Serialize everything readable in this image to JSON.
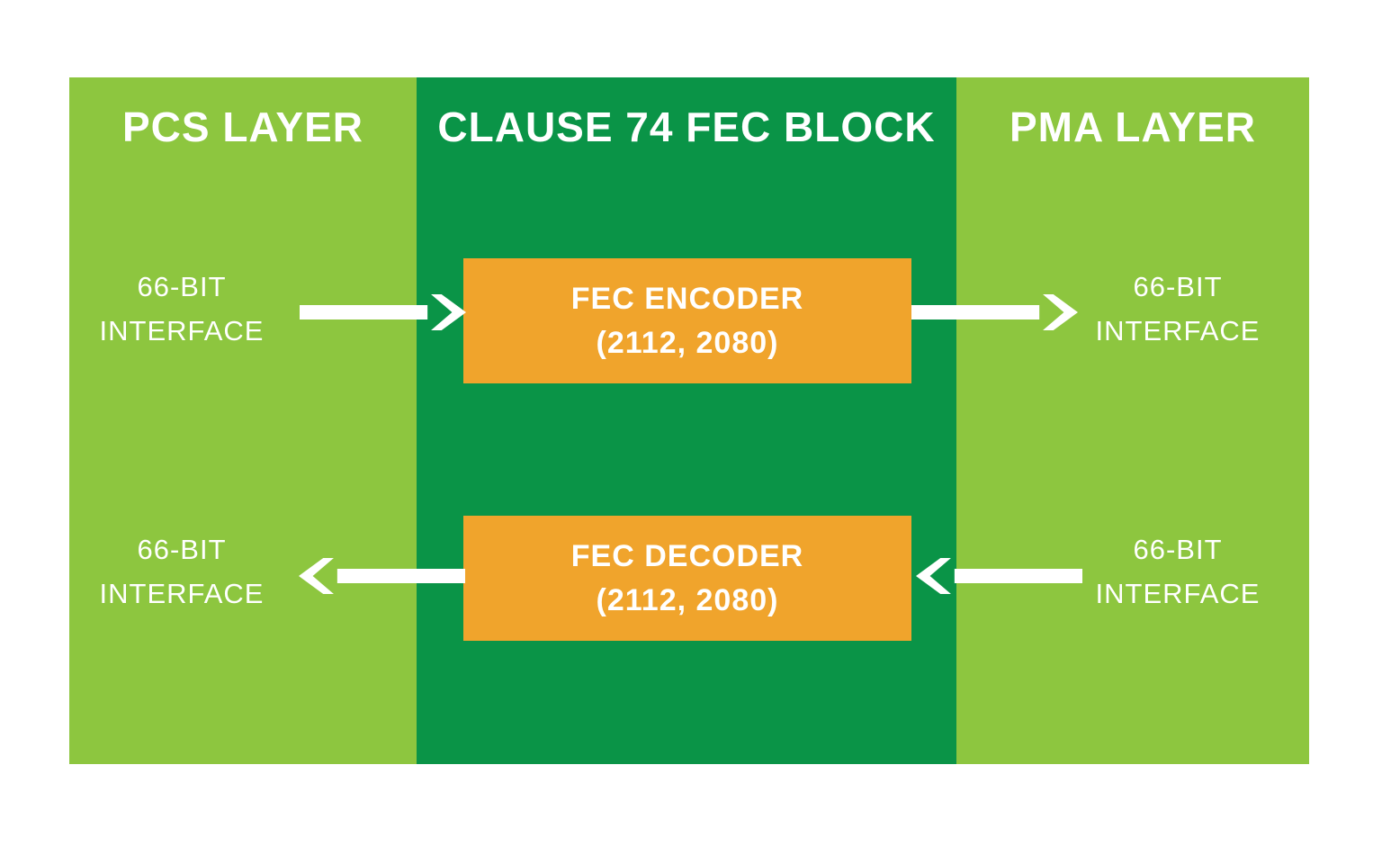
{
  "colors": {
    "background": "#FFFFFF",
    "light_green": "#8DC63F",
    "dark_green": "#0A9447",
    "orange": "#F0A42C",
    "text_white": "#FFFFFF"
  },
  "panels": {
    "pcs": {
      "title": "PCS LAYER",
      "top_label": {
        "line1": "66-BIT",
        "line2": "INTERFACE"
      },
      "bottom_label": {
        "line1": "66-BIT",
        "line2": "INTERFACE"
      }
    },
    "fec": {
      "title": "CLAUSE 74 FEC BLOCK",
      "encoder": {
        "line1": "FEC ENCODER",
        "line2": "(2112, 2080)"
      },
      "decoder": {
        "line1": "FEC DECODER",
        "line2": "(2112, 2080)"
      }
    },
    "pma": {
      "title": "PMA LAYER",
      "top_label": {
        "line1": "66-BIT",
        "line2": "INTERFACE"
      },
      "bottom_label": {
        "line1": "66-BIT",
        "line2": "INTERFACE"
      }
    }
  },
  "arrows": [
    {
      "name": "pcs-to-encoder",
      "direction": "right"
    },
    {
      "name": "encoder-to-pma",
      "direction": "right"
    },
    {
      "name": "pma-to-decoder",
      "direction": "left"
    },
    {
      "name": "decoder-to-pcs",
      "direction": "left"
    }
  ]
}
